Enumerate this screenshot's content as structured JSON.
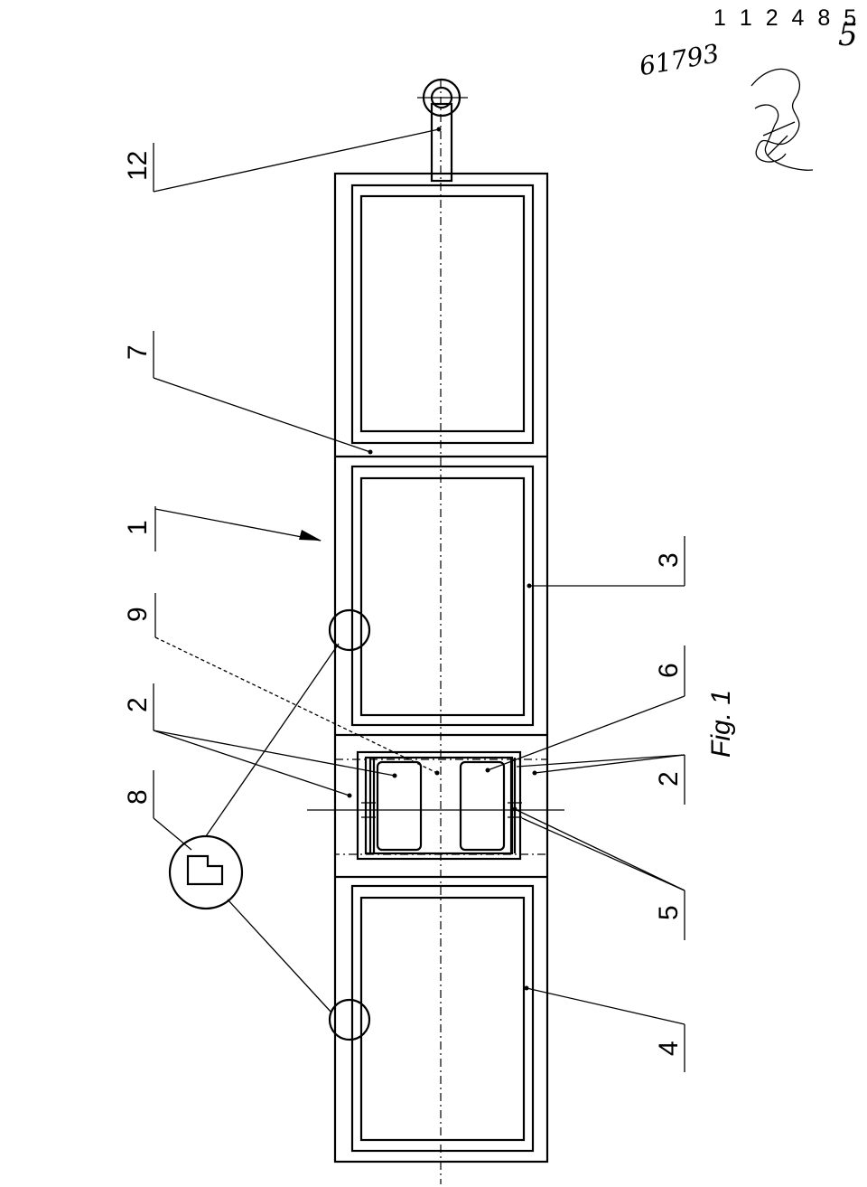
{
  "header": {
    "document_number": "1 1 2 4 8 5",
    "handwritten_ref": "61793",
    "sheet_number": "5"
  },
  "figure": {
    "caption": "Fig. 1",
    "labels": {
      "l12": "12",
      "l7": "7",
      "l1": "1",
      "l9": "9",
      "l2a": "2",
      "l8": "8",
      "l3": "3",
      "l6": "6",
      "l2b": "2",
      "l5": "5",
      "l4": "4"
    }
  }
}
